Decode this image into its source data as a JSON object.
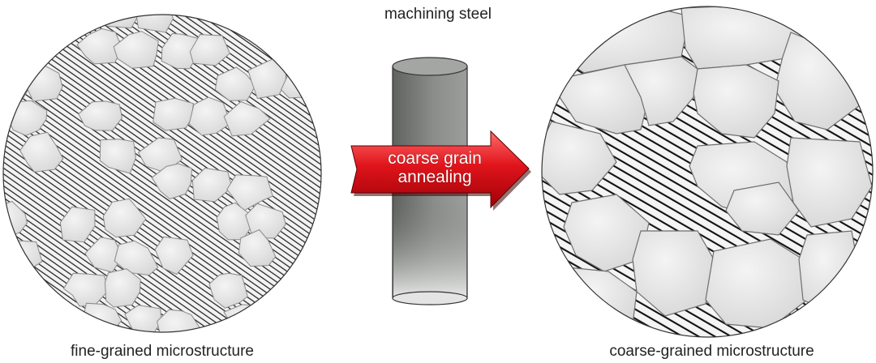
{
  "title": "machining steel",
  "arrow": {
    "line1": "coarse grain",
    "line2": "annealing",
    "color": "#e0141b"
  },
  "left": {
    "caption": "fine-grained microstructure"
  },
  "right": {
    "caption": "coarse-grained microstructure"
  },
  "colors": {
    "grain_fill": "#e6e6e6",
    "grain_edge": "#8a8a8a",
    "hatch": "#1a1a1a",
    "cylinder_dark": "#6b6e6b",
    "cylinder_light": "#cfd1cf"
  }
}
